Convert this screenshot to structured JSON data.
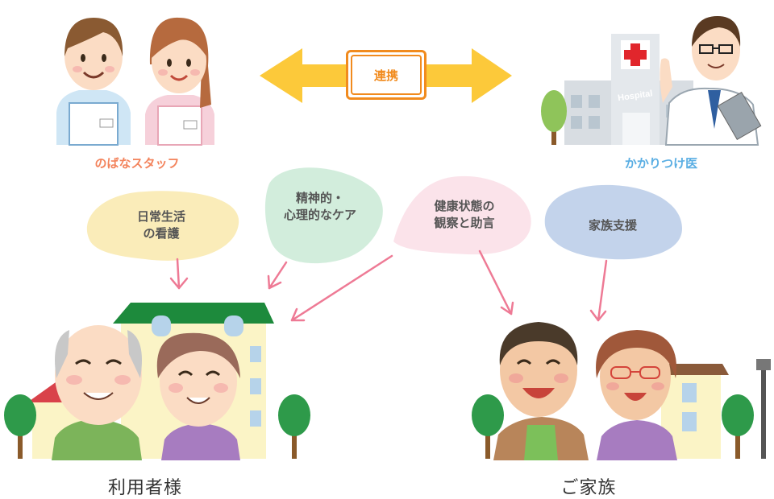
{
  "roles": {
    "staff": "のばなスタッフ",
    "doctor": "かかりつけ医",
    "hospital_sign": "Hospital"
  },
  "link_label": "連携",
  "bubbles": {
    "daily_care": "日常生活\nの看護",
    "mental_care": "精神的・\n心理的なケア",
    "health_advice": "健康状態の\n観察と助言",
    "family_support": "家族支援"
  },
  "groups": {
    "users": "利用者様",
    "family": "ご家族"
  },
  "colors": {
    "staff_label": "#f3845d",
    "doctor_label": "#5aaee3",
    "link_arrow": "#fcc93a",
    "link_border": "#f18b1e",
    "flow_arrow": "#ee7a95",
    "bubble_daily": "#faecb9",
    "bubble_mental": "#d2eddc",
    "bubble_health": "#fbe3ea",
    "bubble_family": "#c3d3eb"
  }
}
